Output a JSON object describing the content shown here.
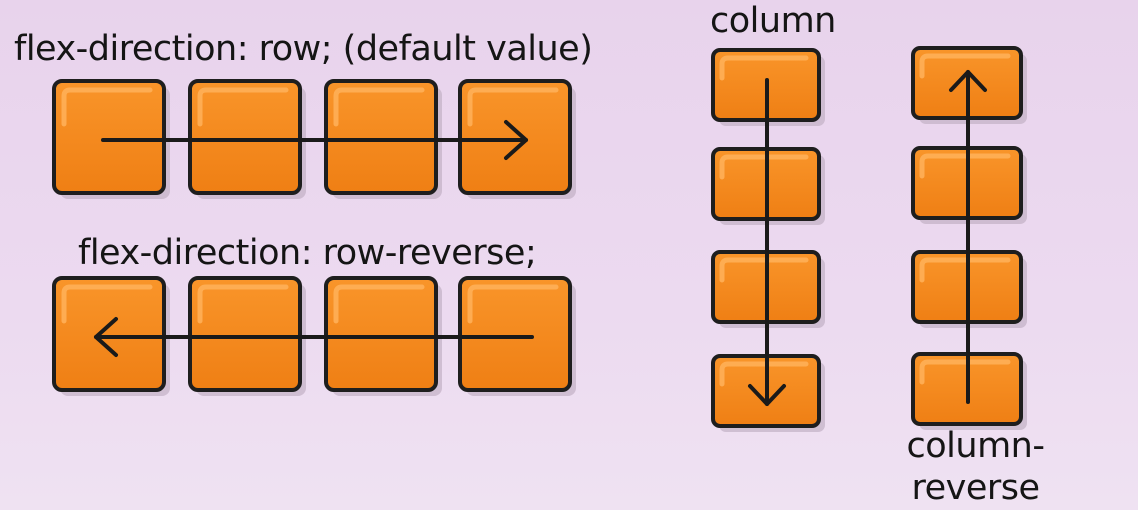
{
  "labels": {
    "row": "flex-direction: row; (default value)",
    "row_reverse": "flex-direction: row-reverse;",
    "column": "column",
    "column_reverse": "column-reverse"
  },
  "colors": {
    "box_fill": "#f58a1f",
    "box_highlight": "#ffb25a",
    "box_stroke": "#1e1e1e",
    "shadow": "#b9a8bd",
    "arrow": "#1a1a1a"
  },
  "diagrams": [
    {
      "name": "row",
      "items": 4,
      "arrow_direction": "right"
    },
    {
      "name": "row-reverse",
      "items": 4,
      "arrow_direction": "left"
    },
    {
      "name": "column",
      "items": 4,
      "arrow_direction": "down"
    },
    {
      "name": "column-reverse",
      "items": 4,
      "arrow_direction": "up"
    }
  ]
}
